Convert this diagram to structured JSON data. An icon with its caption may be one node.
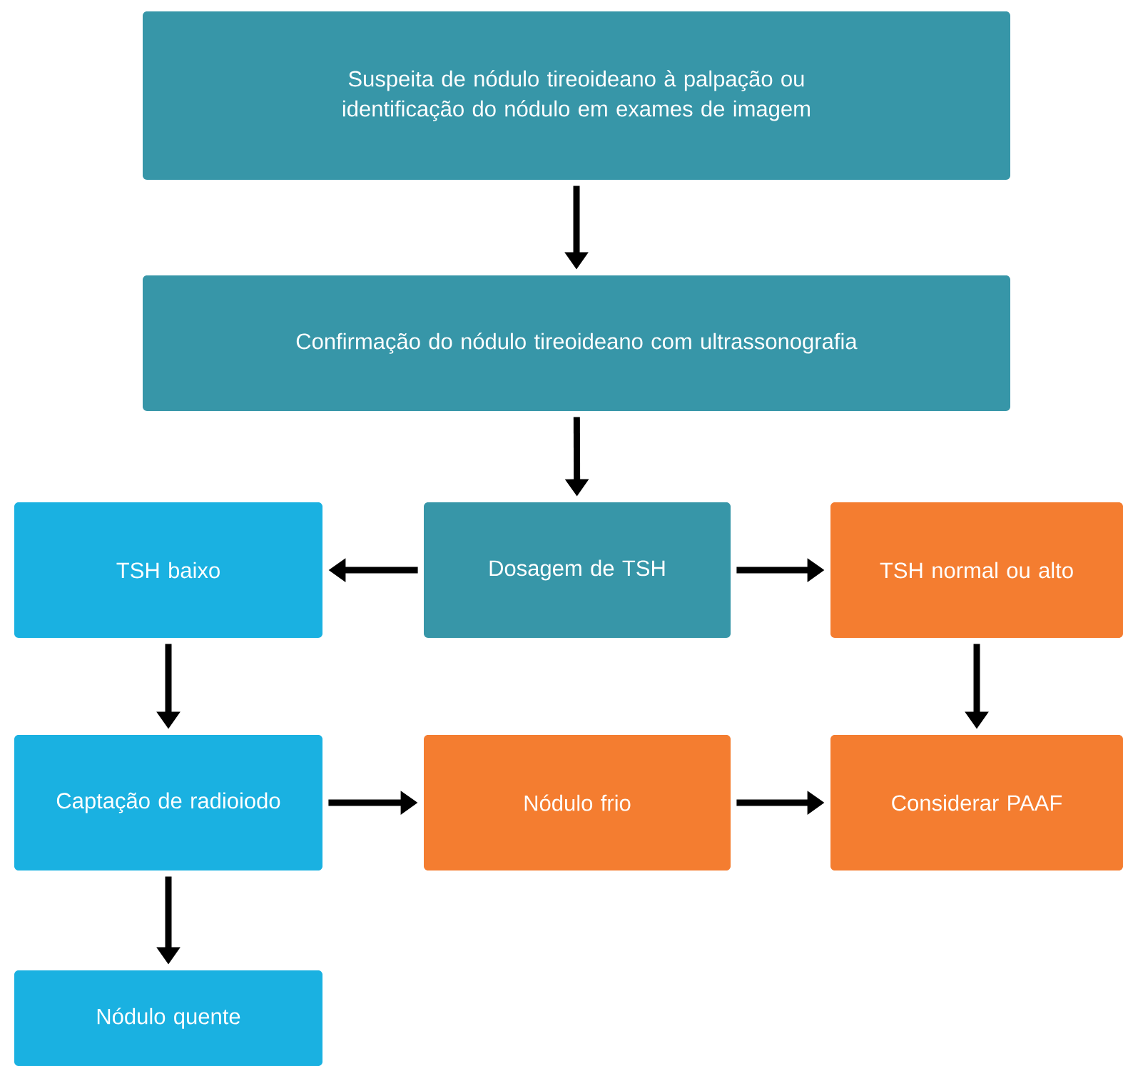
{
  "diagram": {
    "nodes": [
      {
        "text": [
          "Suspeita de nódulo tireoideano à palpação ou identificação do nódulo em exames de imagem"
        ]
      },
      {
        "text": [
          "Confirmação do nódulo tireoideano com ultrassonografia"
        ]
      },
      {
        "text": [
          "TSH baixo"
        ]
      },
      {
        "text": [
          "Dosagem de TSH"
        ]
      },
      {
        "text": [
          "TSH normal ou alto"
        ]
      },
      {
        "text": [
          "Captação de radioiodo"
        ]
      },
      {
        "text": [
          "Nódulo frio"
        ]
      },
      {
        "text": [
          "Considerar PAAF"
        ]
      },
      {
        "text": [
          "Nódulo quente"
        ]
      }
    ],
    "edges": [
      {
        "from": 0,
        "to": 1,
        "arrow": "to"
      },
      {
        "from": 1,
        "to": 3,
        "arrow": "to"
      },
      {
        "from": 3,
        "to": 2,
        "arrow": "to"
      },
      {
        "from": 3,
        "to": 4,
        "arrow": "to"
      },
      {
        "from": 2,
        "to": 5,
        "arrow": "to"
      },
      {
        "from": 4,
        "to": 7,
        "arrow": "to"
      },
      {
        "from": 5,
        "to": 6,
        "arrow": "to"
      },
      {
        "from": 6,
        "to": 7,
        "arrow": "to"
      },
      {
        "from": 5,
        "to": 8,
        "arrow": "to"
      }
    ]
  }
}
